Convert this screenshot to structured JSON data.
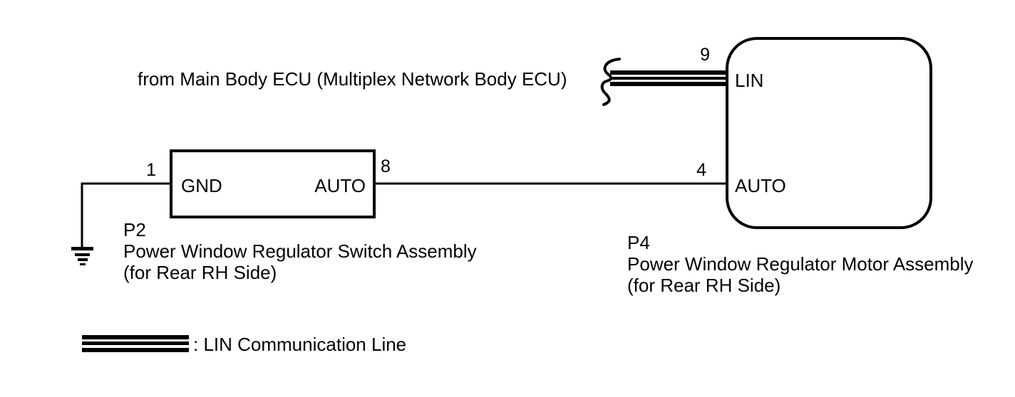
{
  "note": {
    "text": "from Main Body ECU (Multiplex Network Body ECU)"
  },
  "components": {
    "p2": {
      "code": "P2",
      "name": "Power Window Regulator Switch Assembly",
      "location": "(for Rear RH Side)",
      "pins": {
        "gnd": {
          "number": "1",
          "label": "GND"
        },
        "auto": {
          "number": "8",
          "label": "AUTO"
        }
      }
    },
    "p4": {
      "code": "P4",
      "name": "Power Window Regulator Motor Assembly",
      "location": "(for Rear RH Side)",
      "pins": {
        "lin": {
          "number": "9",
          "label": "LIN"
        },
        "auto": {
          "number": "4",
          "label": "AUTO"
        }
      }
    }
  },
  "legend": {
    "lin_line_label": ": LIN Communication Line"
  },
  "icons": {
    "ground": "ground-symbol",
    "wire_break": "wire-break-squiggle",
    "lin_line": "lin-communication-line"
  },
  "colors": {
    "foreground": "#000000",
    "background": "#ffffff"
  }
}
